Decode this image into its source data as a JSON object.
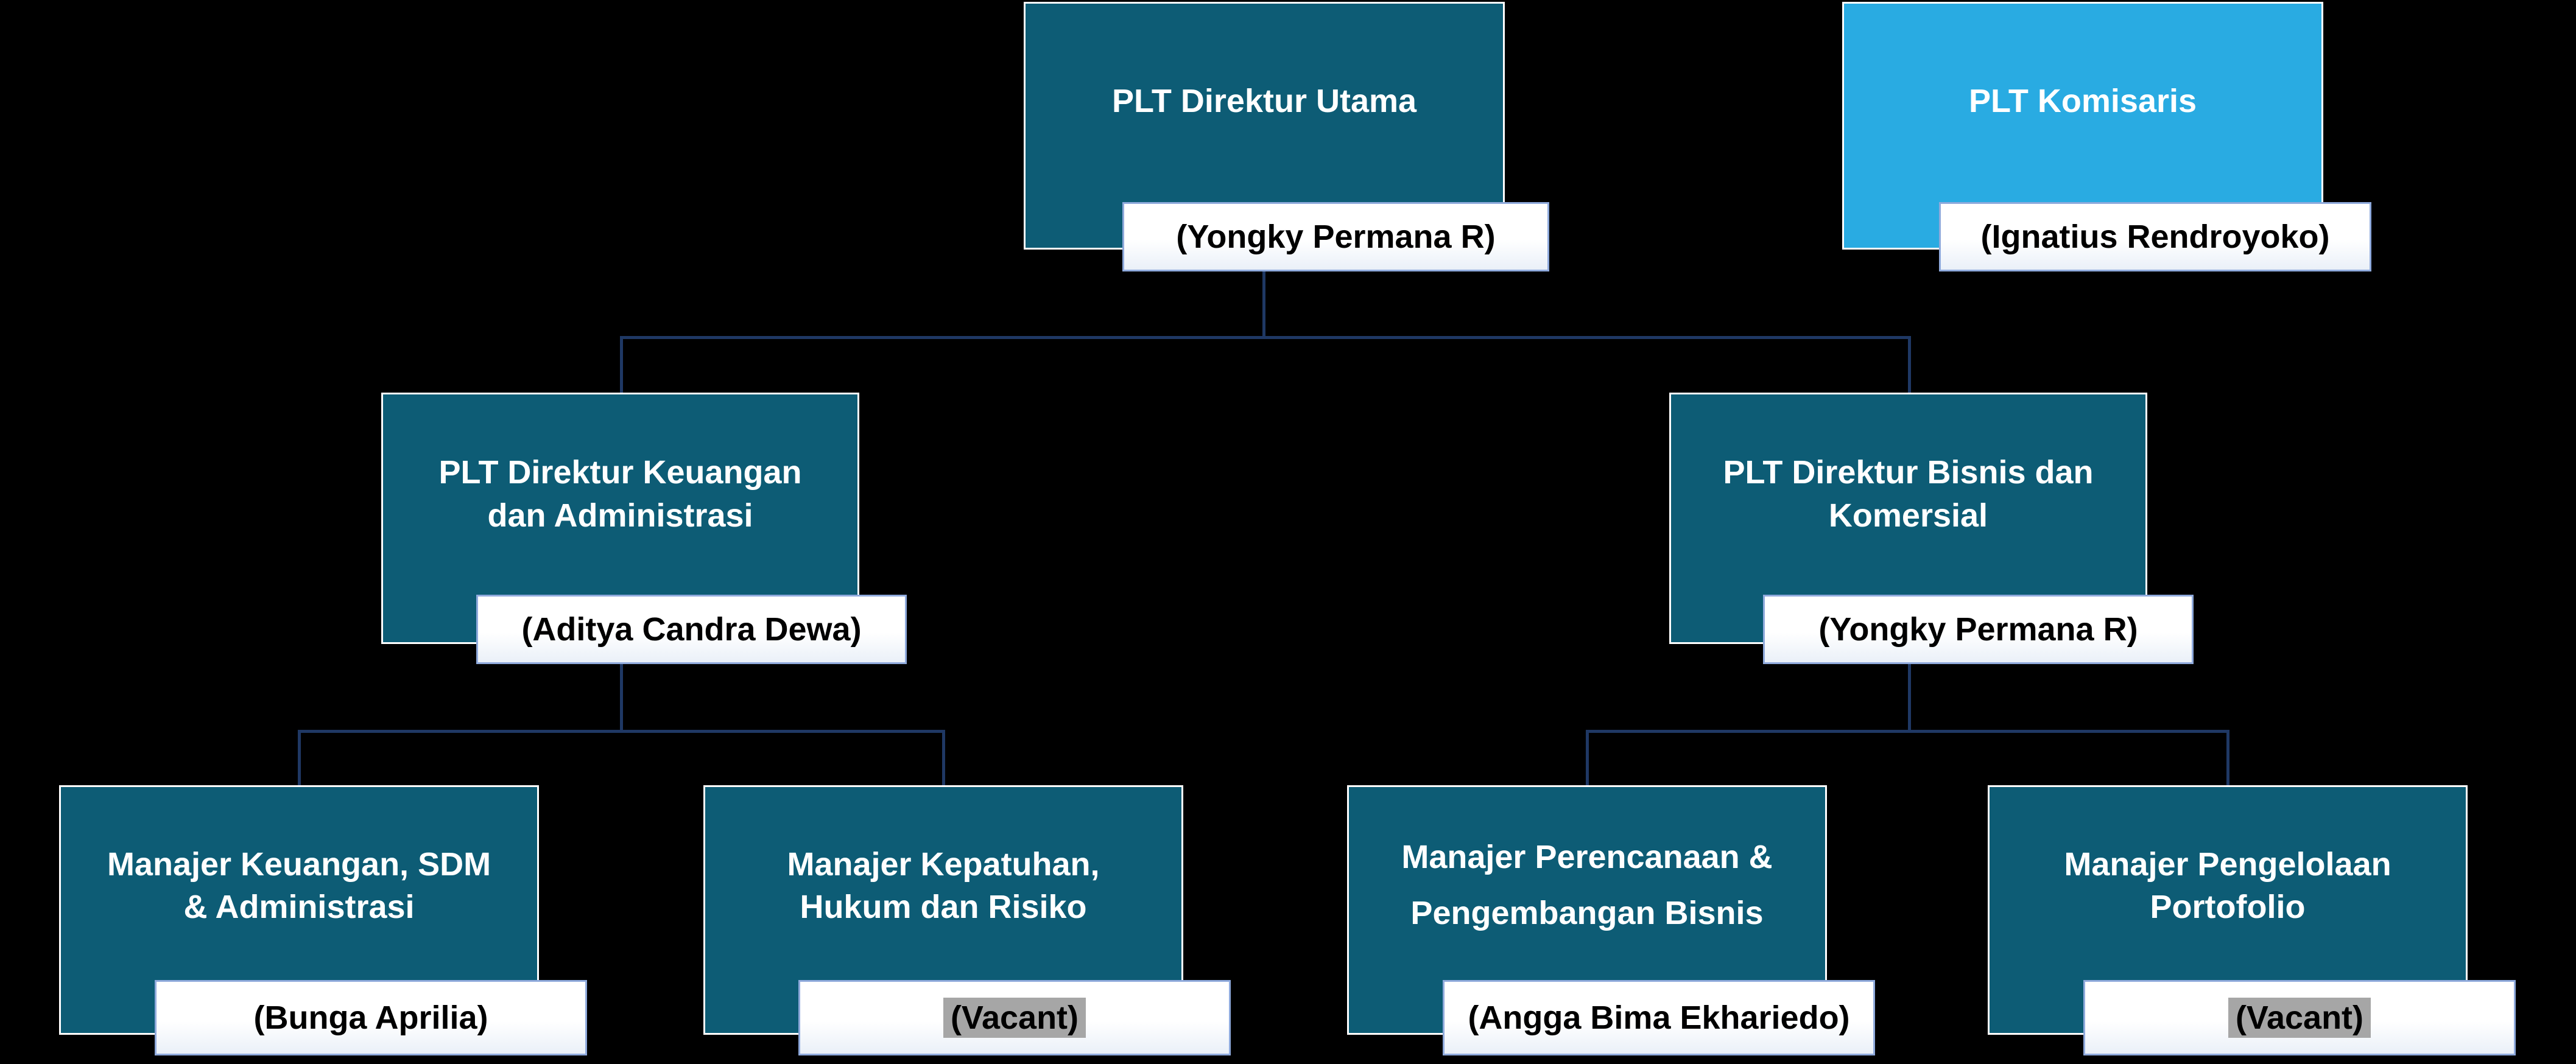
{
  "diagram": {
    "kind": "org-chart",
    "background": "#000000"
  },
  "colors": {
    "background": "#000000",
    "teal": "#0d5c75",
    "light_blue": "#29abe2",
    "line": "#1f3864",
    "label_border": "#8faadc",
    "vacant_highlight": "#a6a6a6"
  },
  "nodes": {
    "direktur_utama": {
      "title": "PLT Direktur Utama",
      "name": "(Yongky Permana R)",
      "children": [
        "dir_keuangan",
        "dir_bisnis"
      ]
    },
    "komisaris": {
      "title": "PLT Komisaris",
      "name": "(Ignatius Rendroyoko)",
      "children": []
    },
    "dir_keuangan": {
      "title": "PLT Direktur Keuangan\ndan Administrasi",
      "name": "(Aditya Candra Dewa)",
      "children": [
        "mgr_keuangan",
        "mgr_kepatuhan"
      ]
    },
    "dir_bisnis": {
      "title": "PLT Direktur Bisnis dan\nKomersial",
      "name": "(Yongky Permana R)",
      "children": [
        "mgr_perencanaan",
        "mgr_portofolio"
      ]
    },
    "mgr_keuangan": {
      "title": "Manajer Keuangan, SDM\n& Administrasi",
      "name": "(Bunga Aprilia)",
      "children": []
    },
    "mgr_kepatuhan": {
      "title": "Manajer Kepatuhan,\nHukum dan Risiko",
      "name": "(Vacant)",
      "vacant": true,
      "children": []
    },
    "mgr_perencanaan": {
      "title": "Manajer Perencanaan &\nPengembangan Bisnis",
      "name": "(Angga Bima Ekhariedo)",
      "children": []
    },
    "mgr_portofolio": {
      "title": "Manajer Pengelolaan\nPortofolio",
      "name": "(Vacant)",
      "vacant": true,
      "children": []
    }
  }
}
